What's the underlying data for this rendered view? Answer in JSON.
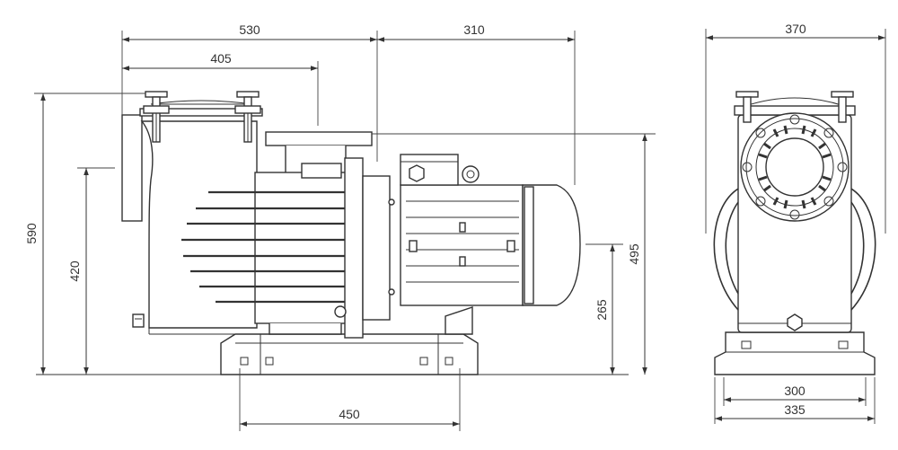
{
  "dimensions": {
    "overall_length": "530",
    "suction_to_strainer": "405",
    "motor_length": "310",
    "front_width": "370",
    "total_height": "590",
    "inlet_height": "420",
    "outlet_height": "495",
    "shaft_height": "265",
    "base_length": "450",
    "base_inner_width": "300",
    "base_outer_width": "335"
  },
  "colors": {
    "line": "#333333",
    "background": "#ffffff"
  }
}
